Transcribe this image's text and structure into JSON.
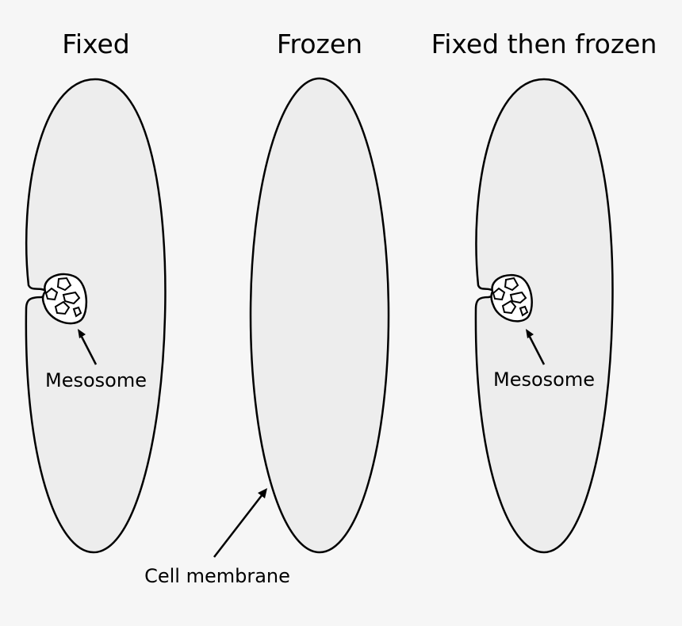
{
  "panels": [
    {
      "title": "Fixed",
      "label": "Mesosome"
    },
    {
      "title": "Frozen",
      "label": "Cell membrane"
    },
    {
      "title": "Fixed then frozen",
      "label": "Mesosome"
    }
  ],
  "colors": {
    "background": "#f6f6f6",
    "cell_fill": "#ededed",
    "outline": "#000000"
  }
}
